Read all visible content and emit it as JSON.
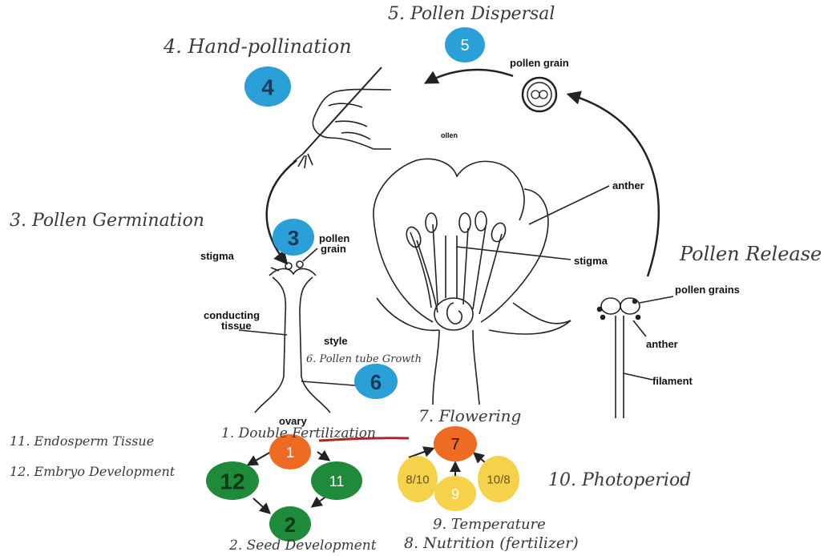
{
  "handwritten": {
    "pollen_dispersal": "5. Pollen Dispersal",
    "hand_pollination": "4. Hand-pollination",
    "pollen_germination": "3. Pollen Germination",
    "pollen_release": "Pollen Release",
    "pollen_tube_growth": "6. Pollen tube Growth",
    "flowering": "7. Flowering",
    "double_fertilization": "1. Double Fertilization",
    "endosperm_tissue": "11. Endosperm Tissue",
    "embryo_development": "12. Embryo Development",
    "photoperiod": "10. Photoperiod",
    "temperature": "9. Temperature",
    "seed_development": "2. Seed Development",
    "nutrition": "8. Nutrition (fertilizer)"
  },
  "printed": {
    "pollen_grain_top": "pollen grain",
    "pollen_fragment": "ollen",
    "anther_flower": "anther",
    "stigma_flower": "stigma",
    "pollen_grains_right": "pollen grains",
    "anther_right": "anther",
    "filament": "filament",
    "stigma_pistil": "stigma",
    "pollen_grain_pistil_1": "pollen",
    "pollen_grain_pistil_2": "grain",
    "conducting_tissue_1": "conducting",
    "conducting_tissue_2": "tissue",
    "style": "style",
    "ovary": "ovary"
  },
  "badges": {
    "b5": "5",
    "b4": "4",
    "b3": "3",
    "b6": "6",
    "b1": "1",
    "b7": "7",
    "b12": "12",
    "b11": "11",
    "b2": "2",
    "b9": "9",
    "b8_10": "8/10",
    "b10_8": "10/8"
  },
  "colors": {
    "blue": "#2b9fd8",
    "orange": "#ef6b24",
    "green": "#1f8a3a",
    "yellow": "#f6d24a",
    "red_underline": "#a32a2a"
  }
}
